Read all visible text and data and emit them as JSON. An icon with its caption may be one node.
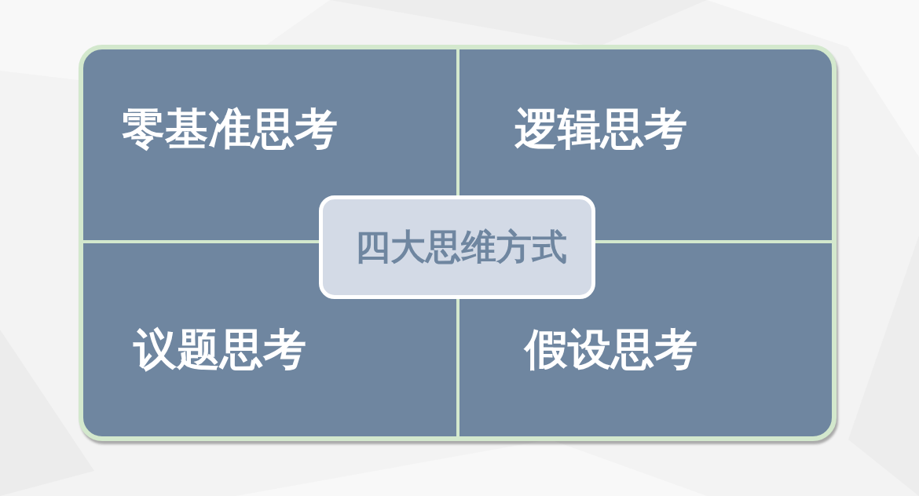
{
  "diagram": {
    "nodes": [
      {
        "text": [
          "零基准思考"
        ]
      },
      {
        "text": [
          "逻辑思考"
        ]
      },
      {
        "text": [
          "四大思维方式"
        ]
      },
      {
        "text": [
          "议题思考"
        ]
      },
      {
        "text": [
          "假设思考"
        ]
      }
    ]
  }
}
